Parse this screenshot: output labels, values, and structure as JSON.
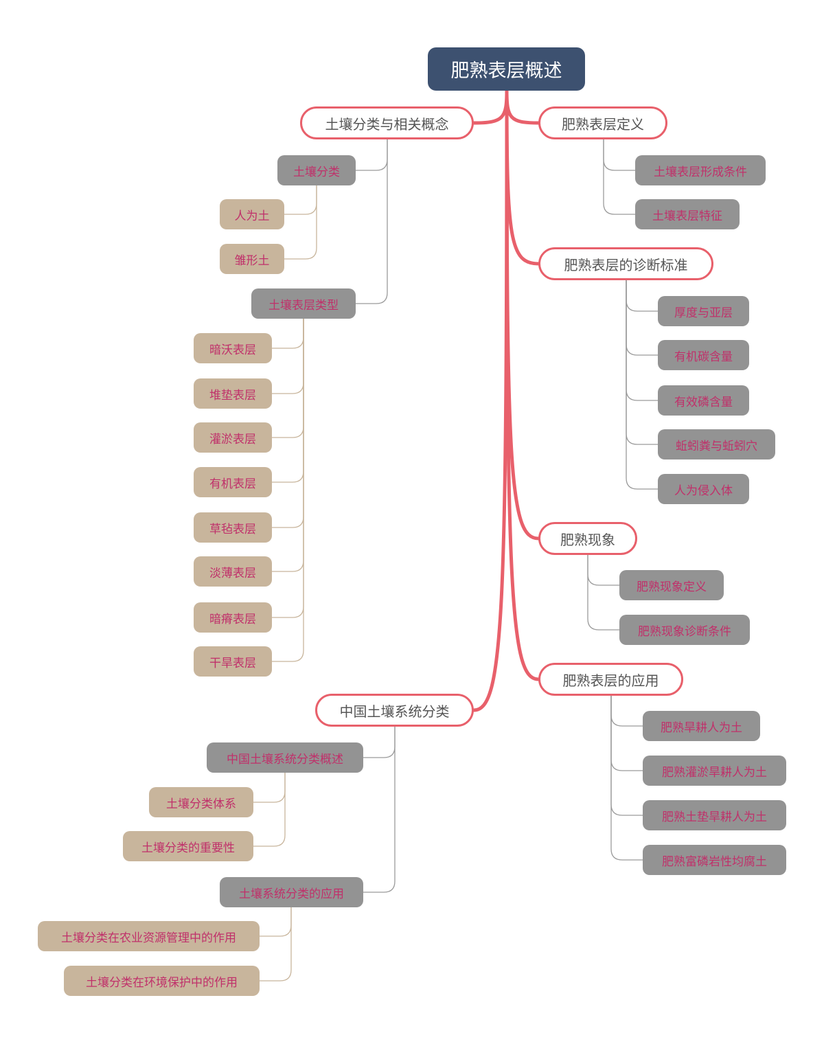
{
  "colors": {
    "root_bg": "#3d5170",
    "main_link": "#e8606b",
    "branch_border": "#e8606b",
    "sub_bg": "#939393",
    "sub_link": "#9a9a9a",
    "leaf_bg": "#c8b59c",
    "leaf_link": "#c8b59c",
    "sub_text": "#c0306a"
  },
  "root": {
    "label": "肥熟表层概述"
  },
  "left": [
    {
      "label": "土壤分类与相关概念",
      "children": [
        {
          "label": "土壤分类",
          "children": [
            "人为土",
            "雏形土"
          ]
        },
        {
          "label": "土壤表层类型",
          "children": [
            "暗沃表层",
            "堆垫表层",
            "灌淤表层",
            "有机表层",
            "草毡表层",
            "淡薄表层",
            "暗瘠表层",
            "干旱表层"
          ]
        }
      ]
    },
    {
      "label": "中国土壤系统分类",
      "children": [
        {
          "label": "中国土壤系统分类概述",
          "children": [
            "土壤分类体系",
            "土壤分类的重要性"
          ]
        },
        {
          "label": "土壤系统分类的应用",
          "children": [
            "土壤分类在农业资源管理中的作用",
            "土壤分类在环境保护中的作用"
          ]
        }
      ]
    }
  ],
  "right": [
    {
      "label": "肥熟表层定义",
      "children": [
        "土壤表层形成条件",
        "土壤表层特征"
      ]
    },
    {
      "label": "肥熟表层的诊断标准",
      "children": [
        "厚度与亚层",
        "有机碳含量",
        "有效磷含量",
        "蚯蚓粪与蚯蚓穴",
        "人为侵入体"
      ]
    },
    {
      "label": "肥熟现象",
      "children": [
        "肥熟现象定义",
        "肥熟现象诊断条件"
      ]
    },
    {
      "label": "肥熟表层的应用",
      "children": [
        "肥熟旱耕人为土",
        "肥熟灌淤旱耕人为土",
        "肥熟土垫旱耕人为土",
        "肥熟富磷岩性均腐土"
      ]
    }
  ]
}
